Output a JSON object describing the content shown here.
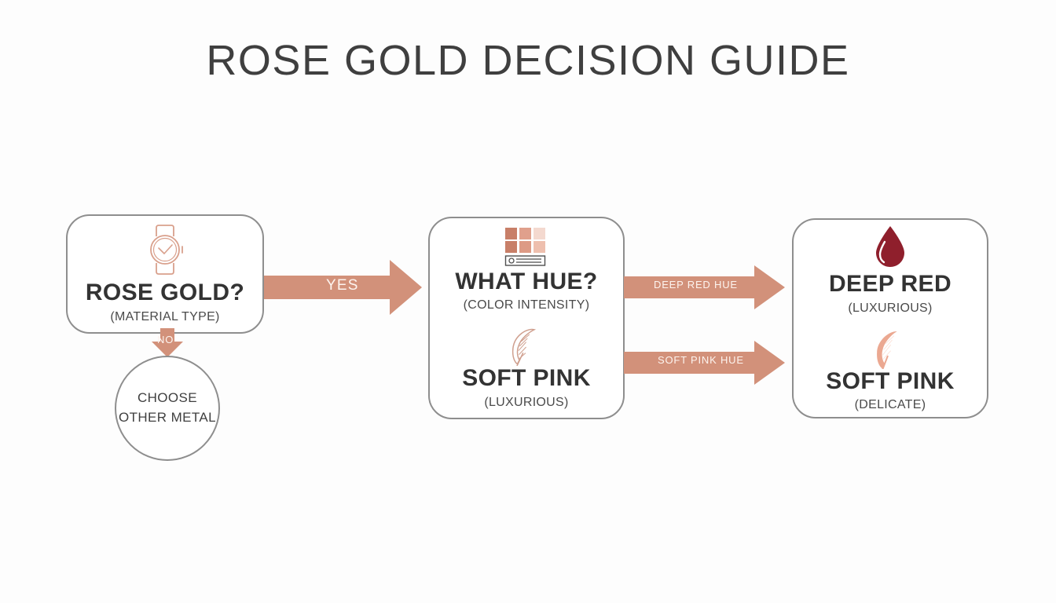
{
  "page": {
    "title": "ROSE GOLD DECISION GUIDE",
    "background_color": "#fdfdfd",
    "accent_color": "#d2917a",
    "rose_icon_color": "#d9a08c",
    "deep_red_color": "#8f1f2c",
    "border_color": "#8e8e8e",
    "text_color": "#333333"
  },
  "diagram_data": {
    "type": "flowchart",
    "nodes": [
      {
        "id": "rose-gold",
        "shape": "rounded-rect",
        "icon": "wristwatch-icon",
        "title": "ROSE GOLD?",
        "subtitle": "(MATERIAL TYPE)"
      },
      {
        "id": "other-metal",
        "shape": "circle",
        "line1": "CHOOSE",
        "line2": "OTHER METAL"
      },
      {
        "id": "what-hue",
        "shape": "rounded-rect",
        "icon": "color-palette-icon",
        "title": "WHAT HUE?",
        "subtitle": "(COLOR INTENSITY)",
        "icon2": "feather-icon",
        "title2": "SOFT PINK",
        "subtitle2": "(LUXURIOUS)"
      },
      {
        "id": "results",
        "shape": "rounded-rect",
        "icon": "droplet-icon",
        "title": "DEEP RED",
        "subtitle": "(LUXURIOUS)",
        "icon2": "feather-icon",
        "title2": "SOFT PINK",
        "subtitle2": "(DELICATE)"
      }
    ],
    "edges": [
      {
        "id": "yes",
        "label": "YES",
        "from": "rose-gold",
        "to": "what-hue",
        "direction": "right"
      },
      {
        "id": "no",
        "label": "NO",
        "from": "rose-gold",
        "to": "other-metal",
        "direction": "down"
      },
      {
        "id": "deep-red-hue",
        "label": "DEEP RED HUE",
        "from": "what-hue",
        "to": "results",
        "direction": "right"
      },
      {
        "id": "soft-pink-hue",
        "label": "SOFT PINK HUE",
        "from": "what-hue",
        "to": "results",
        "direction": "right"
      }
    ]
  },
  "nodes": {
    "rose_gold": {
      "title": "ROSE GOLD?",
      "subtitle": "(MATERIAL TYPE)"
    },
    "other_metal": {
      "line1": "CHOOSE",
      "line2": "OTHER METAL"
    },
    "what_hue": {
      "title": "WHAT HUE?",
      "subtitle": "(COLOR INTENSITY)",
      "title2": "SOFT PINK",
      "subtitle2": "(LUXURIOUS)"
    },
    "results": {
      "title": "DEEP RED",
      "subtitle": "(LUXURIOUS)",
      "title2": "SOFT PINK",
      "subtitle2": "(DELICATE)"
    }
  },
  "edges": {
    "yes": "YES",
    "no": "NO",
    "deep_red_hue": "DEEP RED HUE",
    "soft_pink_hue": "SOFT PINK HUE"
  },
  "icons": {
    "watch": "wristwatch-icon",
    "palette": "color-palette-icon",
    "feather": "feather-icon",
    "droplet": "droplet-icon"
  }
}
